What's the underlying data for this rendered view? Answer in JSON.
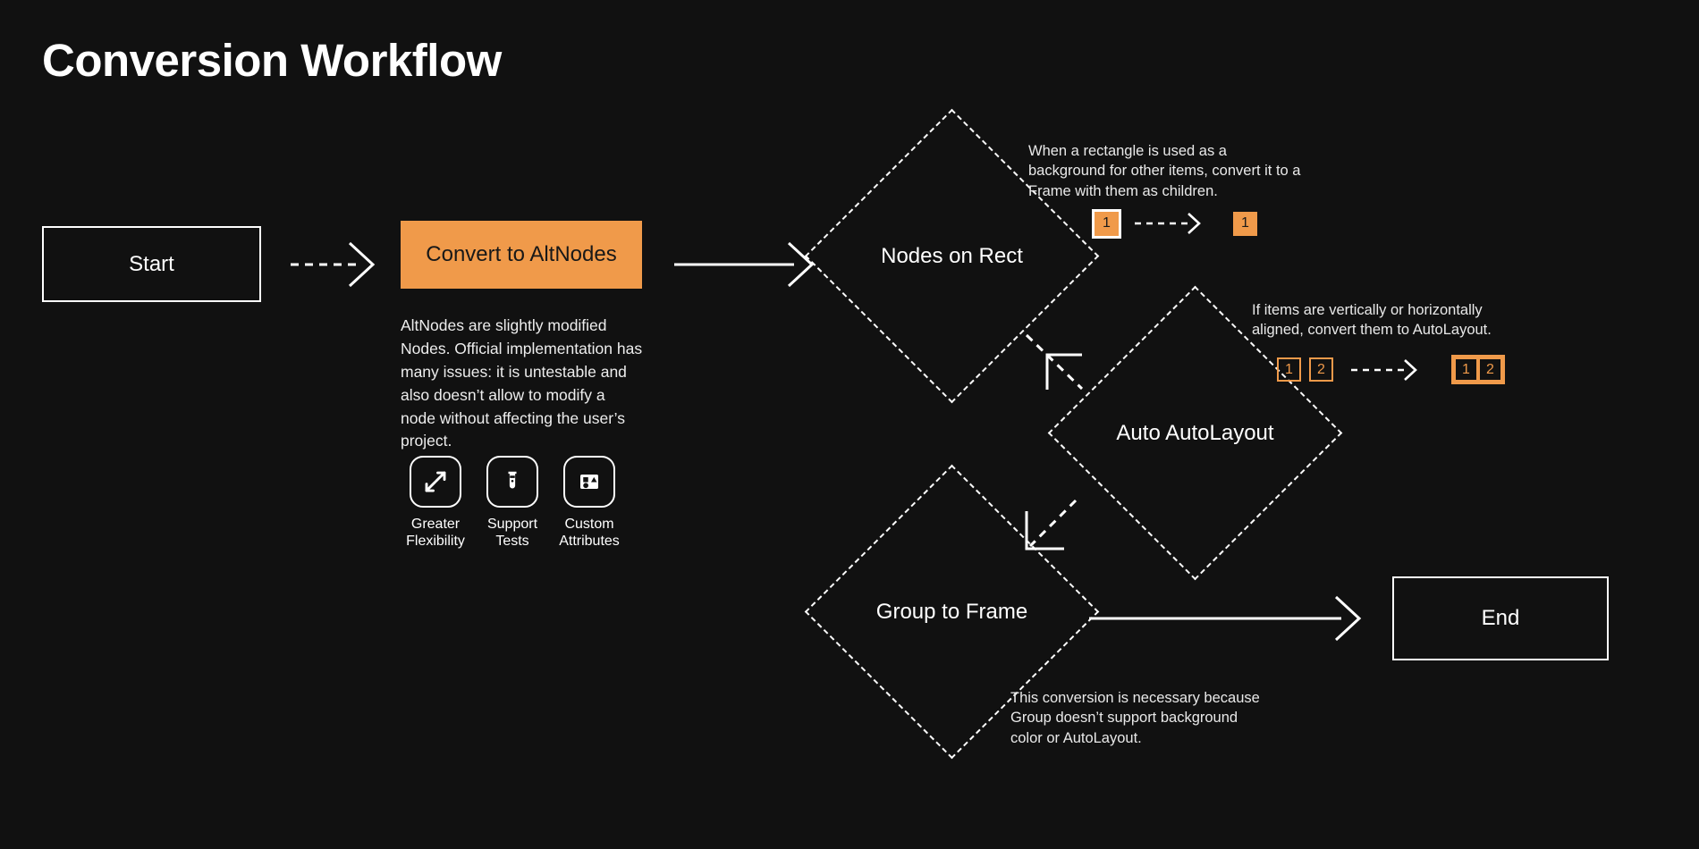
{
  "page": {
    "title": "Conversion Workflow",
    "background": "#111111",
    "accent": "#f09a4a",
    "line_color": "#ffffff"
  },
  "nodes": {
    "start": {
      "label": "Start",
      "shape": "rectangle"
    },
    "convert": {
      "label": "Convert to AltNodes",
      "shape": "rectangle",
      "fill": "#f09a4a"
    },
    "nodes_on_rect": {
      "label": "Nodes on Rect",
      "shape": "diamond"
    },
    "auto_autolayout": {
      "label": "Auto AutoLayout",
      "shape": "diamond"
    },
    "group_to_frame": {
      "label": "Group to Frame",
      "shape": "diamond"
    },
    "end": {
      "label": "End",
      "shape": "rectangle"
    }
  },
  "convert_detail": {
    "description": "AltNodes are slightly modified Nodes. Official implementation has many issues: it is untestable and also doesn’t allow to modify a node without affecting the user’s project.",
    "features": [
      {
        "icon": "expand-arrows-icon",
        "caption": "Greater\nFlexibility"
      },
      {
        "icon": "test-tube-icon",
        "caption": "Support\nTests"
      },
      {
        "icon": "shapes-attributes-icon",
        "caption": "Custom\nAttributes"
      }
    ]
  },
  "annotations": {
    "nodes_on_rect": {
      "text": "When a rectangle is used as a background for other items, convert it to a Frame with them as children.",
      "before": [
        {
          "label": "1",
          "style": "solid-outlined"
        }
      ],
      "after": [
        {
          "label": "1",
          "style": "solid"
        }
      ]
    },
    "auto_autolayout": {
      "text": "If items are vertically or horizontally aligned, convert them to AutoLayout.",
      "before": [
        {
          "label": "1",
          "style": "hollow"
        },
        {
          "label": "2",
          "style": "hollow"
        }
      ],
      "after": [
        {
          "label": "1",
          "style": "hollow"
        },
        {
          "label": "2",
          "style": "hollow"
        }
      ],
      "after_grouped": true
    },
    "group_to_frame": {
      "text": "This conversion is necessary because Group doesn’t support background color or AutoLayout."
    }
  },
  "connectors": [
    {
      "name": "start-to-convert",
      "style": "dashed",
      "head": "chevron"
    },
    {
      "name": "convert-to-nodes-on-rect",
      "style": "solid",
      "head": "chevron"
    },
    {
      "name": "nodes-on-rect-to-auto-autolayout",
      "style": "dashed",
      "head": "corner"
    },
    {
      "name": "auto-autolayout-to-group-to-frame",
      "style": "dashed",
      "head": "corner"
    },
    {
      "name": "group-to-frame-to-end",
      "style": "solid",
      "head": "chevron"
    }
  ]
}
